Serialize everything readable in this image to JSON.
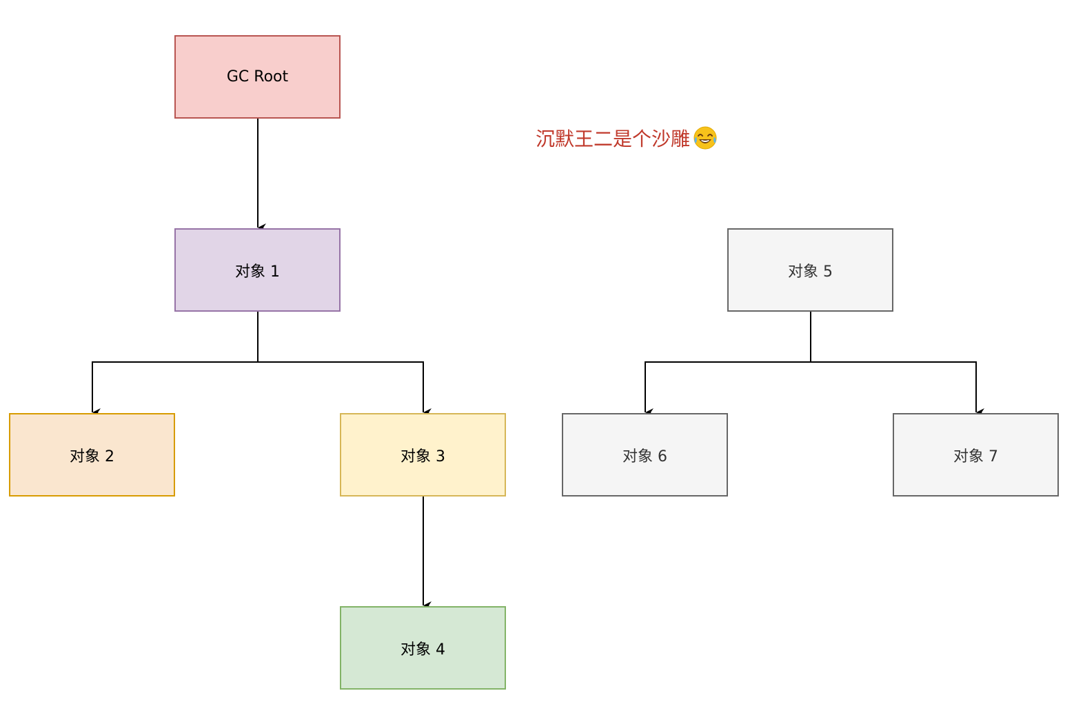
{
  "nodes": {
    "gc_root": "GC Root",
    "obj1": "对象 1",
    "obj2": "对象 2",
    "obj3": "对象 3",
    "obj4": "对象 4",
    "obj5": "对象 5",
    "obj6": "对象 6",
    "obj7": "对象 7"
  },
  "edges": [
    {
      "from": "gc_root",
      "to": "obj1"
    },
    {
      "from": "obj1",
      "to": "obj2"
    },
    {
      "from": "obj1",
      "to": "obj3"
    },
    {
      "from": "obj3",
      "to": "obj4"
    },
    {
      "from": "obj5",
      "to": "obj6"
    },
    {
      "from": "obj5",
      "to": "obj7"
    }
  ],
  "note": {
    "text": "沉默王二是个沙雕",
    "color": "#c0392b",
    "emoji_icon": "tears-of-joy-face-icon"
  },
  "colors": {
    "gc_root_fill": "#f8cecc",
    "obj1_fill": "#e1d5e7",
    "obj2_fill": "#fae6cf",
    "obj3_fill": "#fff2cc",
    "obj4_fill": "#d5e8d4",
    "unreachable_fill": "#f5f5f5",
    "connector": "#000000"
  }
}
